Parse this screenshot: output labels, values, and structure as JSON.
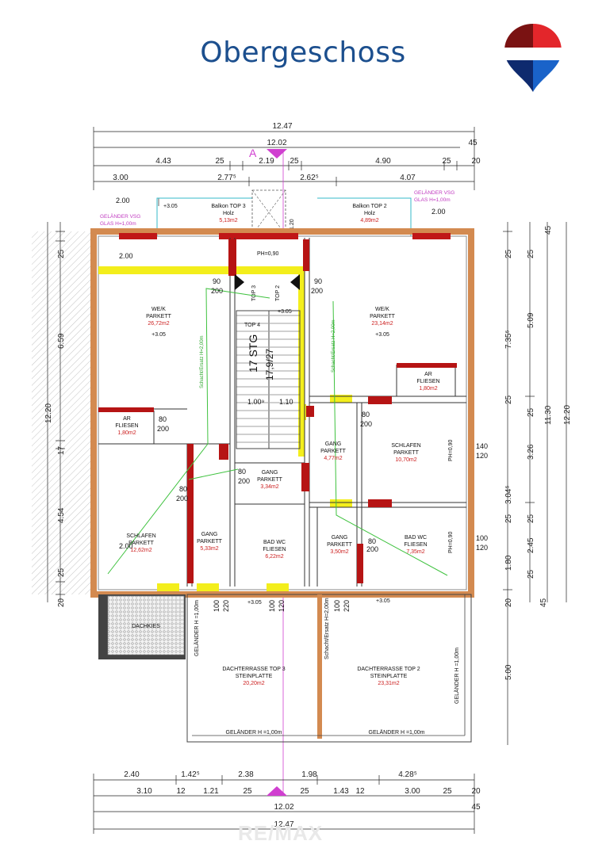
{
  "title": "Obergeschoss",
  "brand": {
    "logo": "balloon-logo",
    "watermark": "RE/MAX",
    "colors": {
      "red": "#e3262b",
      "blue": "#1a63c9",
      "navy": "#1c4f8e"
    }
  },
  "top_dims": {
    "total": "12.47",
    "r1": [
      "4.43",
      "25",
      "2.19",
      "25",
      "4.90",
      "25",
      "20"
    ],
    "r0": "12.02",
    "r2": [
      "3.00",
      "2.77⁵",
      "2.62⁵",
      "4.07"
    ],
    "extra": "45"
  },
  "bottom_dims": {
    "r1": [
      "2.40",
      "1.42⁵",
      "2.38",
      "1.98",
      "4.28⁵"
    ],
    "r2": [
      "3.10",
      "12",
      "1.21",
      "25",
      "25",
      "1.43",
      "12",
      "3.00",
      "25",
      "20"
    ],
    "r3": "12.02",
    "r4": "12.47",
    "extra": "45"
  },
  "left_dims": {
    "a": "25",
    "b": "6.59",
    "c": "17",
    "d": "4.54",
    "e": "25",
    "f": "20",
    "total": "12.20"
  },
  "right_dims": {
    "a": "25",
    "b": "7.35⁵",
    "c": "25",
    "d": "3.04⁵",
    "e": "25",
    "f": "1.80",
    "g": "20",
    "col2a": "25",
    "col2b": "5.09",
    "col2c": "25",
    "col2d": "3.26",
    "col2e": "25",
    "col2f": "2.45",
    "col2g": "25",
    "col2h": "45",
    "c3": "11.30",
    "c4": "12.20",
    "top45": "45",
    "terrace": "5.00"
  },
  "notes": {
    "gelaender_l": "GELÄNDER VSG",
    "glas_l": "GLAS H=1,00m",
    "gelaender_r": "GELÄNDER VSG",
    "glas_r": "GLAS H=1,00m",
    "balkon3": "Balkon TOP 3",
    "balkon2": "Balkon TOP 2",
    "holz": "Holz",
    "balkon3_area": "5,13m2",
    "balkon2_area": "4,89m2",
    "ph": "PH=0,90",
    "ph2": "PH=0,90",
    "ph3": "PH=0,90",
    "top3": "TOP 3",
    "top2": "TOP 2",
    "top4": "TOP 4",
    "stg": "17 STG",
    "stg2": "17,9/27",
    "w1": "1.00⁹",
    "w2": "1.10",
    "lvl": "+3.05",
    "dim200": "2.00",
    "dim120": "1.20",
    "sec": "A",
    "dachterr_l": "DACHTERRASSE TOP 3",
    "steinplatte": "STEINPLATTE",
    "dach_l_area": "20,20m2",
    "dachterr_r": "DACHTERRASSE TOP 2",
    "dach_r_area": "23,31m2",
    "gel_bottom": "GELÄNDER H =1,00m",
    "gel_side": "GELÄNDER H =1,00m",
    "dachkies": "DACHKIES",
    "schacht": "Schacht/Ersatz H=2,00m"
  },
  "rooms": [
    {
      "name": "WE/K",
      "floor": "PARKETT",
      "area": "26,72m2"
    },
    {
      "name": "WE/K",
      "floor": "PARKETT",
      "area": "23,14m2"
    },
    {
      "name": "AR",
      "floor": "FLIESEN",
      "area": "1,80m2"
    },
    {
      "name": "AR",
      "floor": "FLIESEN",
      "area": "1,80m2"
    },
    {
      "name": "SCHLAFEN",
      "floor": "PARKETT",
      "area": "10,70m2"
    },
    {
      "name": "SCHLAFEN",
      "floor": "PARKETT",
      "area": "12,62m2"
    },
    {
      "name": "GANG",
      "floor": "PARKETT",
      "area": "4,77m2"
    },
    {
      "name": "GANG",
      "floor": "PARKETT",
      "area": "3,34m2"
    },
    {
      "name": "GANG",
      "floor": "PARKETT",
      "area": "5,33m2"
    },
    {
      "name": "GANG",
      "floor": "PARKETT",
      "area": "3,50m2"
    },
    {
      "name": "BAD WC",
      "floor": "FLIESEN",
      "area": "6,22m2"
    },
    {
      "name": "BAD WC",
      "floor": "FLIESEN",
      "area": "7,35m2"
    }
  ],
  "doors": {
    "d80": "80",
    "d90": "90",
    "d100": "100",
    "d200": "200",
    "d220": "220",
    "d120": "120",
    "d140": "140"
  }
}
